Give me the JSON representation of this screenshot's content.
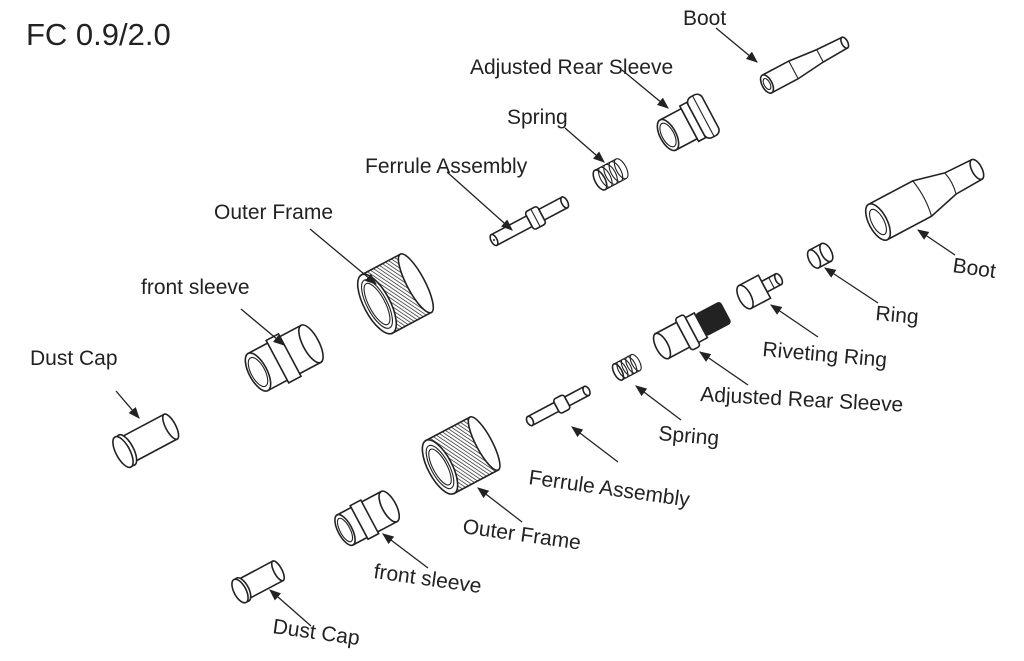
{
  "title": "FC 0.9/2.0",
  "assembly_09": {
    "labels": {
      "boot": "Boot",
      "adjusted_rear_sleeve": "Adjusted Rear Sleeve",
      "spring": "Spring",
      "ferrule_assembly": "Ferrule Assembly",
      "outer_frame": "Outer Frame",
      "front_sleeve": "front sleeve",
      "dust_cap": "Dust Cap"
    }
  },
  "assembly_20": {
    "labels": {
      "boot": "Boot",
      "ring": "Ring",
      "riveting_ring": "Riveting Ring",
      "adjusted_rear_sleeve": "Adjusted Rear Sleeve",
      "spring": "Spring",
      "ferrule_assembly": "Ferrule Assembly",
      "outer_frame": "Outer Frame",
      "front_sleeve": "front sleeve",
      "dust_cap": "Dust Cap"
    }
  }
}
